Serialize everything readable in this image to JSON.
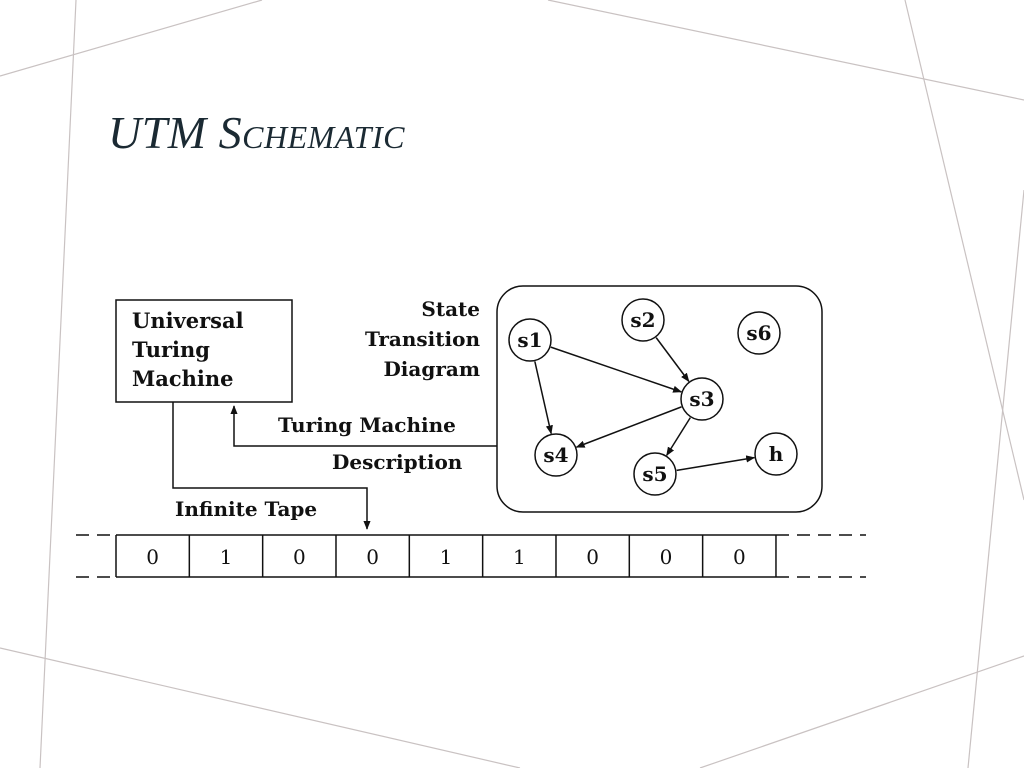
{
  "slide": {
    "title_prefix": "UTM ",
    "title_smallcaps": "Schematic"
  },
  "diagram": {
    "utm_box": {
      "line1": "Universal",
      "line2": "Turing",
      "line3": "Machine"
    },
    "std_label": {
      "line1": "State",
      "line2": "Transition",
      "line3": "Diagram"
    },
    "tm_label": "Turing Machine",
    "desc_label": "Description",
    "tape_label": "Infinite Tape",
    "states": [
      "s1",
      "s2",
      "s3",
      "s4",
      "s5",
      "s6",
      "h"
    ],
    "transitions": [
      [
        "s1",
        "s3"
      ],
      [
        "s1",
        "s4"
      ],
      [
        "s2",
        "s3"
      ],
      [
        "s3",
        "s4"
      ],
      [
        "s3",
        "s5"
      ],
      [
        "s5",
        "h"
      ]
    ],
    "tape_cells": [
      "0",
      "1",
      "0",
      "0",
      "1",
      "1",
      "0",
      "0",
      "0"
    ]
  },
  "colors": {
    "title": "#1b2a33",
    "ink": "#111111",
    "bg_lines": "#c9c2c2"
  }
}
